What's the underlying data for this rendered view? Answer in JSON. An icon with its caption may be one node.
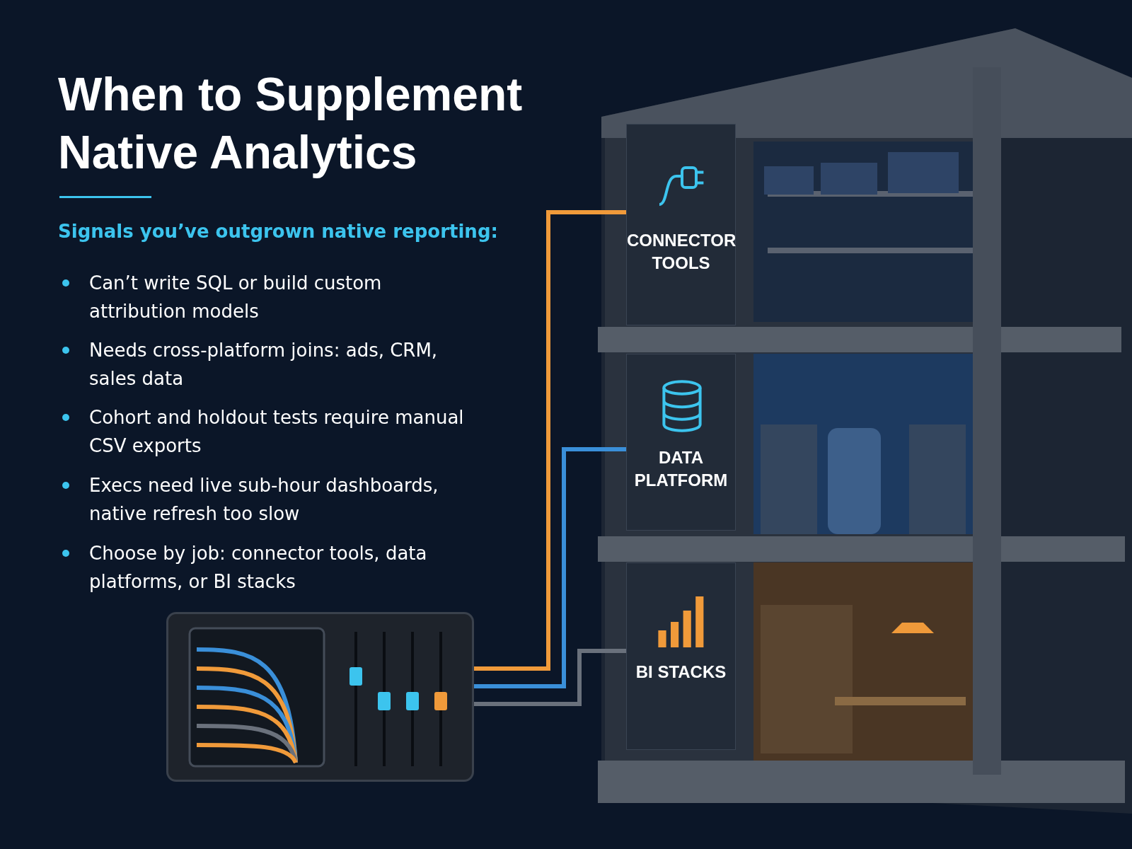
{
  "diagram": {
    "title": "When to Supplement Native Analytics",
    "nodes": [
      {
        "text": [
          "CONNECTOR TOOLS"
        ]
      },
      {
        "text": [
          "DATA PLATFORM"
        ]
      },
      {
        "text": [
          "BI STACKS"
        ]
      },
      {
        "text": [],
        "shape": "picture"
      }
    ],
    "edges": [
      {
        "from": 3,
        "to": 0,
        "arrow": "none"
      },
      {
        "from": 3,
        "to": 1,
        "arrow": "none",
        "color": "#3a8fd9"
      },
      {
        "from": 3,
        "to": 2,
        "arrow": "none",
        "color": "#6a717c"
      }
    ],
    "labels": [
      "Signals you’ve outgrown native reporting:",
      "Can’t write SQL or build custom attribution models",
      "Needs cross-platform joins: ads, CRM, sales data",
      "Cohort and holdout tests require manual CSV exports",
      "Execs need live sub-hour dashboards, native refresh too slow",
      "Choose by job: connector tools, data platforms, or BI stacks"
    ]
  }
}
